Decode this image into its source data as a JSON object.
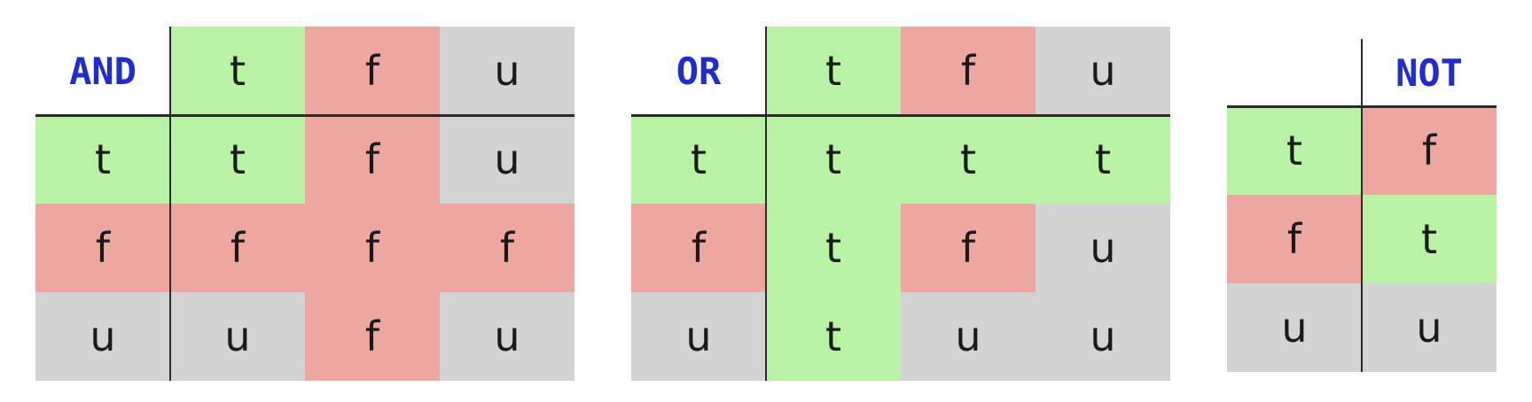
{
  "tables": [
    {
      "operator": "AND",
      "header": [
        "t",
        "f",
        "u"
      ],
      "rows": [
        {
          "label": "t",
          "cells": [
            "t",
            "f",
            "u"
          ]
        },
        {
          "label": "f",
          "cells": [
            "f",
            "f",
            "f"
          ]
        },
        {
          "label": "u",
          "cells": [
            "u",
            "f",
            "u"
          ]
        }
      ]
    },
    {
      "operator": "OR",
      "header": [
        "t",
        "f",
        "u"
      ],
      "rows": [
        {
          "label": "t",
          "cells": [
            "t",
            "t",
            "t"
          ]
        },
        {
          "label": "f",
          "cells": [
            "t",
            "f",
            "u"
          ]
        },
        {
          "label": "u",
          "cells": [
            "t",
            "u",
            "u"
          ]
        }
      ]
    },
    {
      "operator": "NOT",
      "rows": [
        {
          "label": "t",
          "cells": [
            "f"
          ]
        },
        {
          "label": "f",
          "cells": [
            "t"
          ]
        },
        {
          "label": "u",
          "cells": [
            "u"
          ]
        }
      ]
    }
  ],
  "colors": {
    "t": "#b8f2a4",
    "f": "#eda6a0",
    "u": "#d3d3d3",
    "operator_text": "#1f2bd6"
  }
}
